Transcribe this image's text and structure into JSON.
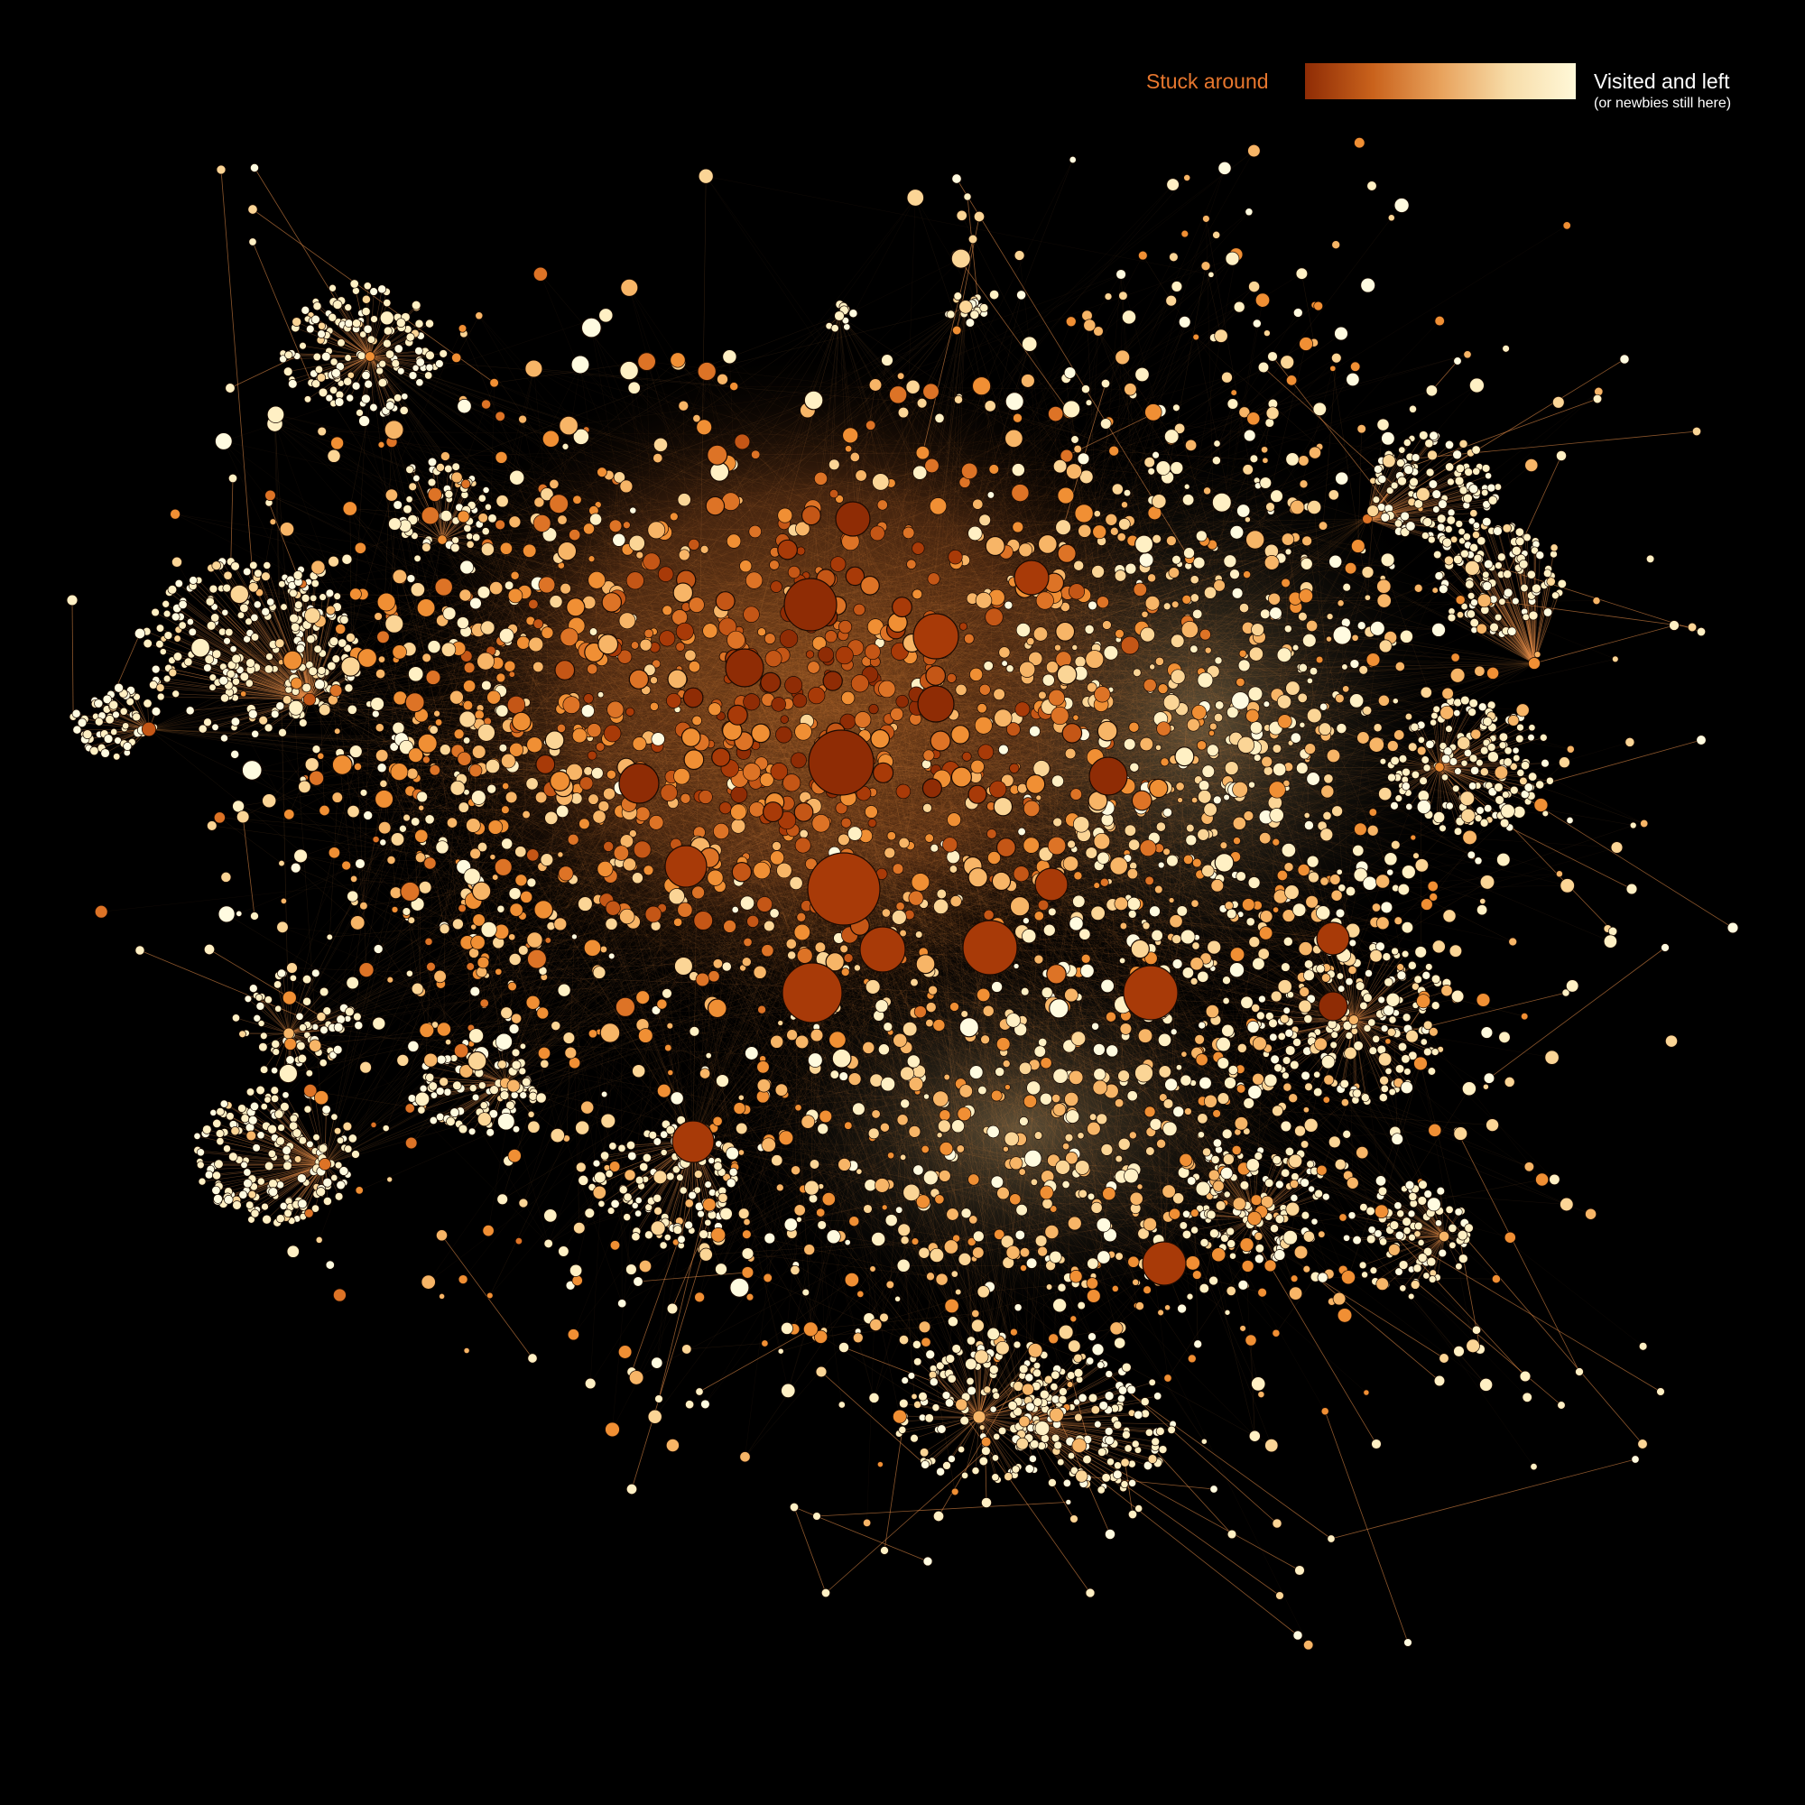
{
  "legend": {
    "left_label": "Stuck around",
    "right_label": "Visited and left",
    "right_sublabel": "(or newbies still here)",
    "gradient_colors": [
      "#8f2c05",
      "#c9621c",
      "#e8a25c",
      "#f7dca8",
      "#fff8d8"
    ],
    "left_label_color": "#e8772e",
    "right_label_color": "#ffffff"
  },
  "network": {
    "background": "#000000",
    "edge_color": "#e9904a",
    "palette": [
      "#8f2c05",
      "#a83a08",
      "#c45616",
      "#dd7326",
      "#f08f34",
      "#f7b567",
      "#fbd596",
      "#fff0c4",
      "#fffbe0"
    ]
  }
}
